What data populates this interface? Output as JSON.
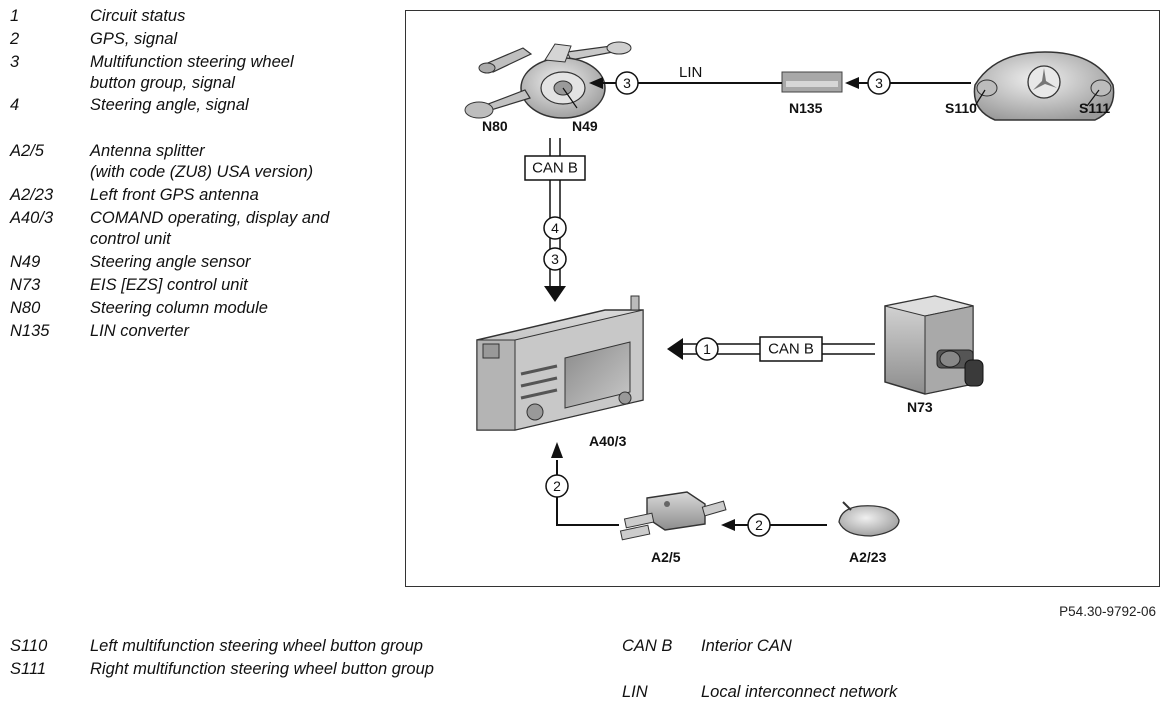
{
  "legend_top": [
    {
      "code": "1",
      "desc": "Circuit status"
    },
    {
      "code": "2",
      "desc": "GPS, signal"
    },
    {
      "code": "3",
      "desc": "Multifunction steering wheel",
      "desc2": "button group, signal"
    },
    {
      "code": "4",
      "desc": "Steering angle, signal"
    },
    {
      "code": "A2/5",
      "desc": "Antenna splitter",
      "desc2": "(with code (ZU8) USA version)"
    },
    {
      "code": "A2/23",
      "desc": "Left front GPS antenna"
    },
    {
      "code": "A40/3",
      "desc": "COMAND operating, display and",
      "desc2": "control unit"
    },
    {
      "code": "N49",
      "desc": "Steering angle sensor"
    },
    {
      "code": "N73",
      "desc": "EIS [EZS] control unit"
    },
    {
      "code": "N80",
      "desc": "Steering column module"
    },
    {
      "code": "N135",
      "desc": "LIN converter"
    }
  ],
  "legend_bottom_left": [
    {
      "code": "S110",
      "desc": "Left multifunction steering wheel button group"
    },
    {
      "code": "S111",
      "desc": "Right multifunction steering wheel button group"
    }
  ],
  "legend_bottom_right": [
    {
      "code": "CAN B",
      "desc": "Interior CAN"
    },
    {
      "code": "LIN",
      "desc": "Local interconnect network"
    }
  ],
  "reference": "P54.30-9792-06",
  "diagram": {
    "components": {
      "n80": "N80",
      "n49": "N49",
      "n135": "N135",
      "s110": "S110",
      "s111": "S111",
      "a40_3": "A40/3",
      "n73": "N73",
      "a2_5": "A2/5",
      "a2_23": "A2/23"
    },
    "buses": {
      "lin": "LIN",
      "can_vertical": "CAN B",
      "can_horizontal": "CAN B"
    },
    "signals": {
      "lin_left": "3",
      "lin_right": "3",
      "can_upper": "4",
      "can_lower": "3",
      "circuit_status": "1",
      "gps_vertical": "2",
      "gps_horizontal": "2"
    }
  }
}
